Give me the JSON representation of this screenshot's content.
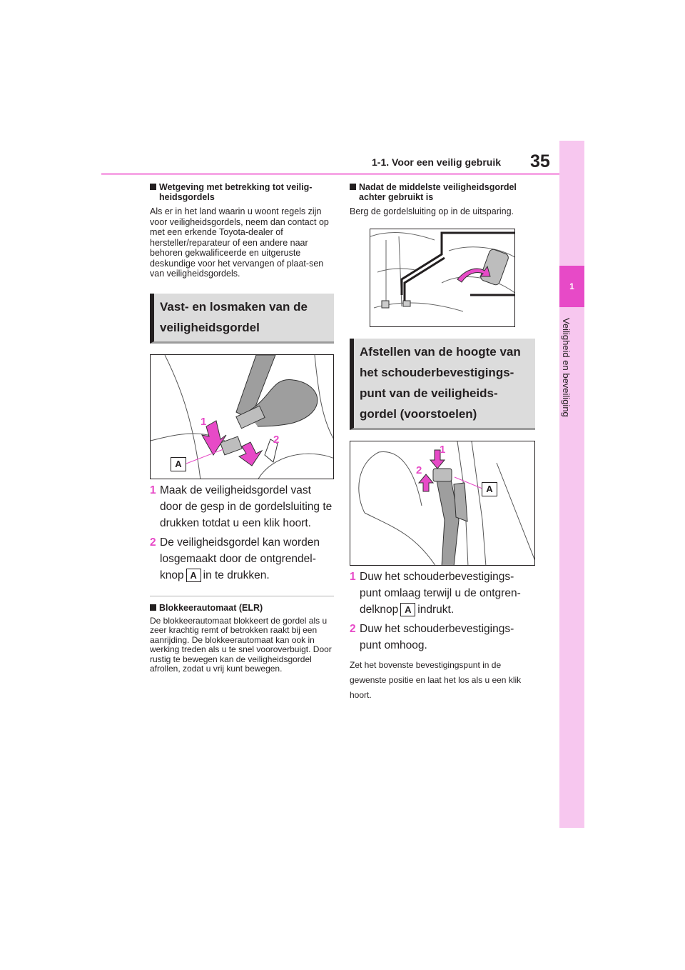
{
  "header": {
    "section_title": "1-1. Voor een veilig gebruik",
    "page_number": "35"
  },
  "side_tab": {
    "chapter_number": "1",
    "chapter_label": "Veiligheid en beveiliging"
  },
  "left": {
    "legislation": {
      "heading": "Wetgeving met betrekking tot veilig-heidsgordels",
      "text": "Als er in het land waarin u woont regels zijn voor veiligheidsgordels, neem dan contact op met een erkende Toyota-dealer of hersteller/reparateur of een andere naar behoren gekwalificeerde en uitgeruste deskundige voor het vervangen of plaat-sen van veiligheidsgordels."
    },
    "section_title": "Vast- en losmaken van de veiligheidsgordel",
    "figure_labels": {
      "one": "1",
      "two": "2",
      "a": "A"
    },
    "steps": [
      {
        "num": "1",
        "text": "Maak de veiligheidsgordel vast door de gesp in de gordelsluiting te drukken totdat u een klik hoort."
      },
      {
        "num": "2",
        "text_before": "De veiligheidsgordel kan worden losgemaakt door de ontgrendel-knop",
        "badge": "A",
        "text_after": "in te drukken."
      }
    ],
    "elr": {
      "heading": "Blokkeerautomaat (ELR)",
      "text": "De blokkeerautomaat blokkeert de gordel als u zeer krachtig remt of betrokken raakt bij een aanrijding. De blokkeerautomaat kan ook in werking treden als u te snel vooroverbuigt. Door rustig te bewegen kan de veiligheidsgordel afrollen, zodat u vrij kunt bewegen."
    }
  },
  "right": {
    "center_belt": {
      "heading": "Nadat de middelste veiligheidsgordel achter gebruikt is",
      "text": "Berg de gordelsluiting op in de uitsparing."
    },
    "section_title": "Afstellen van de hoogte van het schouderbevestigings-punt van de veiligheids-gordel (voorstoelen)",
    "figure_labels": {
      "one": "1",
      "two": "2",
      "a": "A"
    },
    "steps": [
      {
        "num": "1",
        "text_before": "Duw het schouderbevestigings-punt omlaag terwijl u de ontgren-delknop",
        "badge": "A",
        "text_after": "indrukt."
      },
      {
        "num": "2",
        "text": "Duw het schouderbevestigings-punt omhoog."
      }
    ],
    "note": "Zet het bovenste bevestigingspunt in de gewenste positie en laat het los als u een klik hoort."
  },
  "colors": {
    "accent": "#e74ac7",
    "tab": "#f7c7ef",
    "rule": "#f7a8e6",
    "section_bg": "#dcdcdc"
  }
}
